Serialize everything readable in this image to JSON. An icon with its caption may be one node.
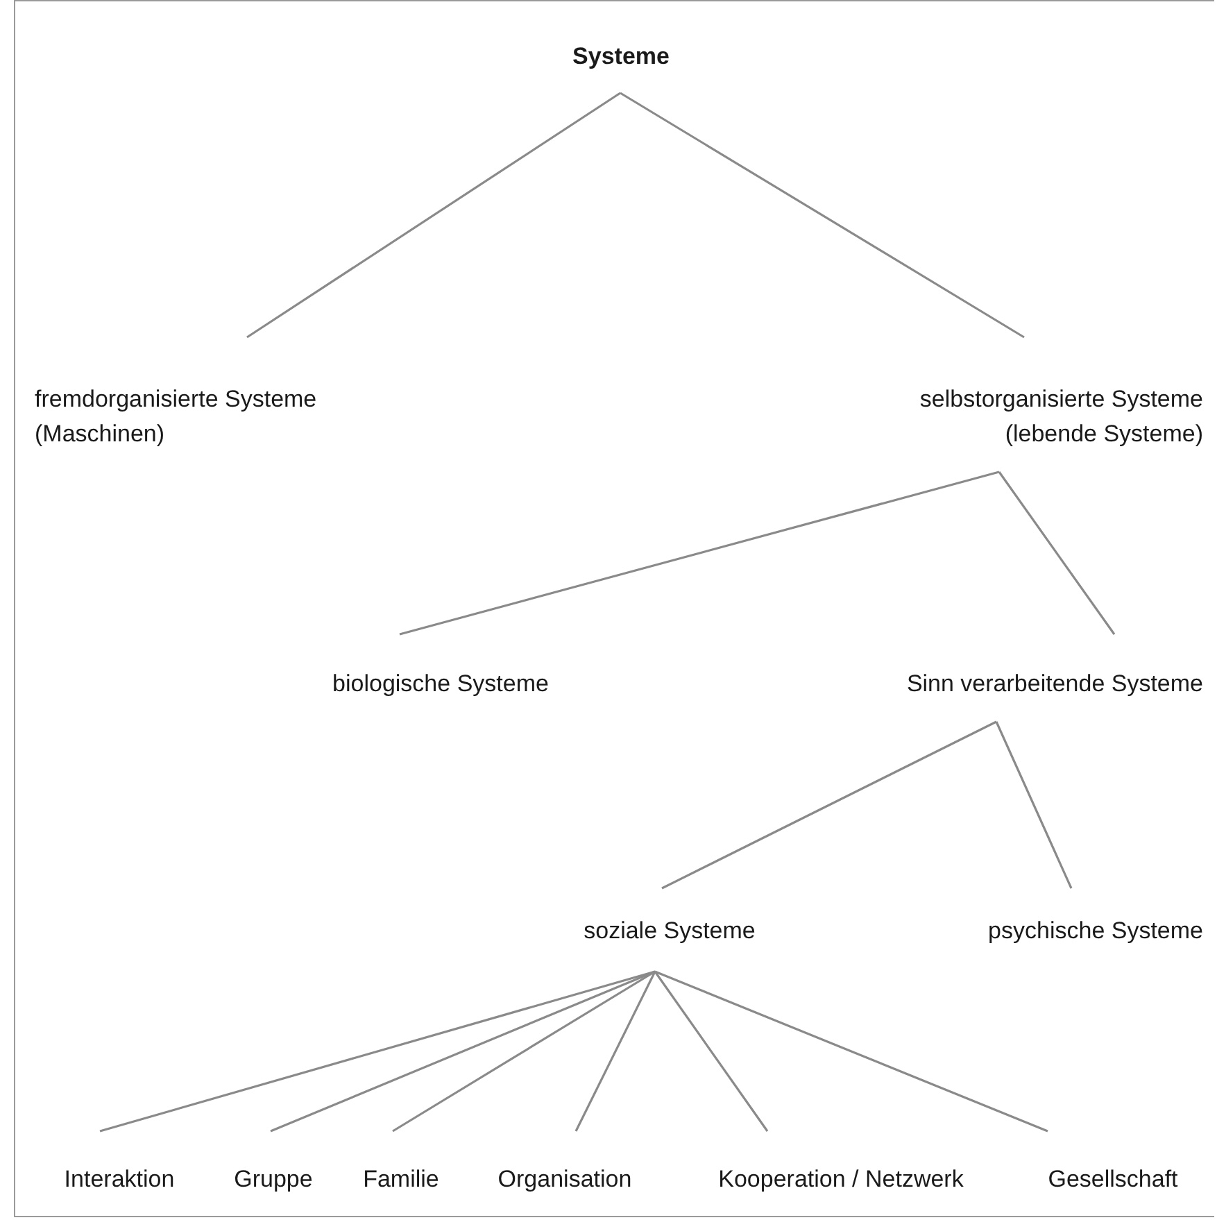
{
  "diagram": {
    "nodes": [
      {
        "text": [
          "Systeme"
        ]
      },
      {
        "text": [
          "fremdorganisierte Systeme (Maschinen)"
        ]
      },
      {
        "text": [
          "selbstorganisierte Systeme (lebende Systeme)"
        ]
      },
      {
        "text": [
          "biologische Systeme"
        ]
      },
      {
        "text": [
          "Sinn verarbeitende Systeme"
        ]
      },
      {
        "text": [
          "soziale Systeme"
        ]
      },
      {
        "text": [
          "psychische Systeme"
        ]
      },
      {
        "text": [
          "Interaktion"
        ]
      },
      {
        "text": [
          "Gruppe"
        ]
      },
      {
        "text": [
          "Familie"
        ]
      },
      {
        "text": [
          "Organisation"
        ]
      },
      {
        "text": [
          "Kooperation / Netzwerk"
        ]
      },
      {
        "text": [
          "Gesellschaft"
        ]
      }
    ],
    "edges": [
      {
        "from": 0,
        "to": 1,
        "arrow": "none"
      },
      {
        "from": 0,
        "to": 2,
        "arrow": "none"
      },
      {
        "from": 2,
        "to": 3,
        "arrow": "none"
      },
      {
        "from": 2,
        "to": 4,
        "arrow": "none"
      },
      {
        "from": 4,
        "to": 5,
        "arrow": "none"
      },
      {
        "from": 4,
        "to": 6,
        "arrow": "none"
      },
      {
        "from": 5,
        "to": 7,
        "arrow": "none"
      },
      {
        "from": 5,
        "to": 8,
        "arrow": "none"
      },
      {
        "from": 5,
        "to": 9,
        "arrow": "none"
      },
      {
        "from": 5,
        "to": 10,
        "arrow": "none"
      },
      {
        "from": 5,
        "to": 11,
        "arrow": "none"
      },
      {
        "from": 5,
        "to": 12,
        "arrow": "none"
      }
    ]
  }
}
